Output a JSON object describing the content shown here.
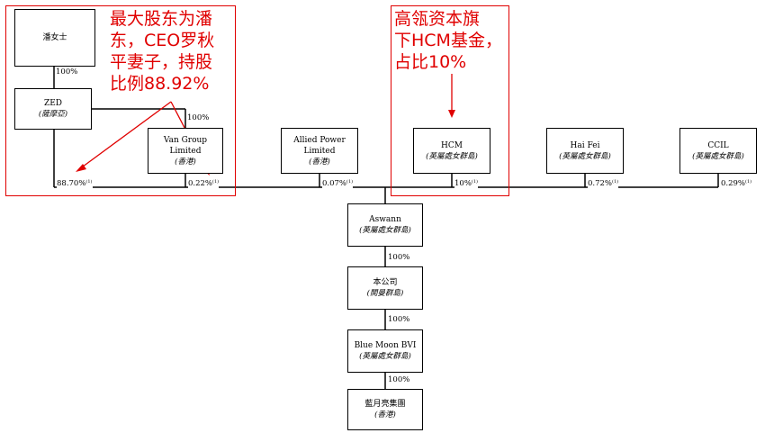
{
  "entities": {
    "pan_ns": {
      "name": "潘女士",
      "place": ""
    },
    "zed": {
      "name": "ZED",
      "place": "(薩摩亞)"
    },
    "van_group": {
      "name": "Van Group Limited",
      "place": "(香港)"
    },
    "allied_power": {
      "name": "Allied Power Limited",
      "place": "(香港)"
    },
    "hcm": {
      "name": "HCM",
      "place": "(英屬處女群島)"
    },
    "hai_fei": {
      "name": "Hai Fei",
      "place": "(英屬處女群島)"
    },
    "ccil": {
      "name": "CCIL",
      "place": "(英屬處女群島)"
    },
    "aswann": {
      "name": "Aswann",
      "place": "(英屬處女群島)"
    },
    "company": {
      "name": "本公司",
      "place": "(開曼群島)"
    },
    "blue_moon": {
      "name": "Blue Moon BVI",
      "place": "(英屬處女群島)"
    },
    "blue_moon_group": {
      "name": "藍月亮集團",
      "place": "(香港)"
    }
  },
  "percentages": {
    "pan_to_zed": "100%",
    "zed_to_van": "100%",
    "zed": "88.70%",
    "van": "0.22%",
    "allied": "0.07%",
    "hcm": "10%",
    "haifei": "0.72%",
    "ccil": "0.29%",
    "aswann_to_company": "100%",
    "company_to_bluemoon": "100%",
    "bluemoon_to_group": "100%",
    "note_marker": "(1)"
  },
  "annotations": {
    "left_lines": [
      "最大股东为潘",
      "东，CEO罗秋",
      "平妻子，持股",
      "比例88.92%"
    ],
    "right_lines": [
      "高瓴资本旗",
      "下HCM基金，",
      "占比10%"
    ]
  },
  "colors": {
    "annotation": "#e00000",
    "line": "#000000"
  }
}
